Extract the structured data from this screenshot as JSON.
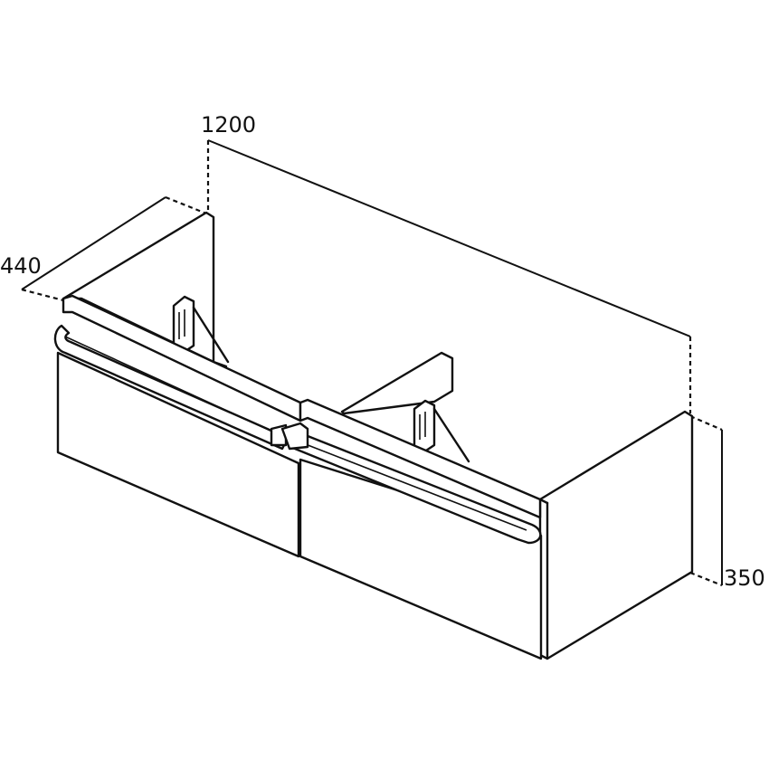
{
  "dimensions": {
    "width_label": "1200",
    "depth_label": "440",
    "height_label": "350"
  },
  "colors": {
    "line": "#111111",
    "background": "#ffffff"
  }
}
